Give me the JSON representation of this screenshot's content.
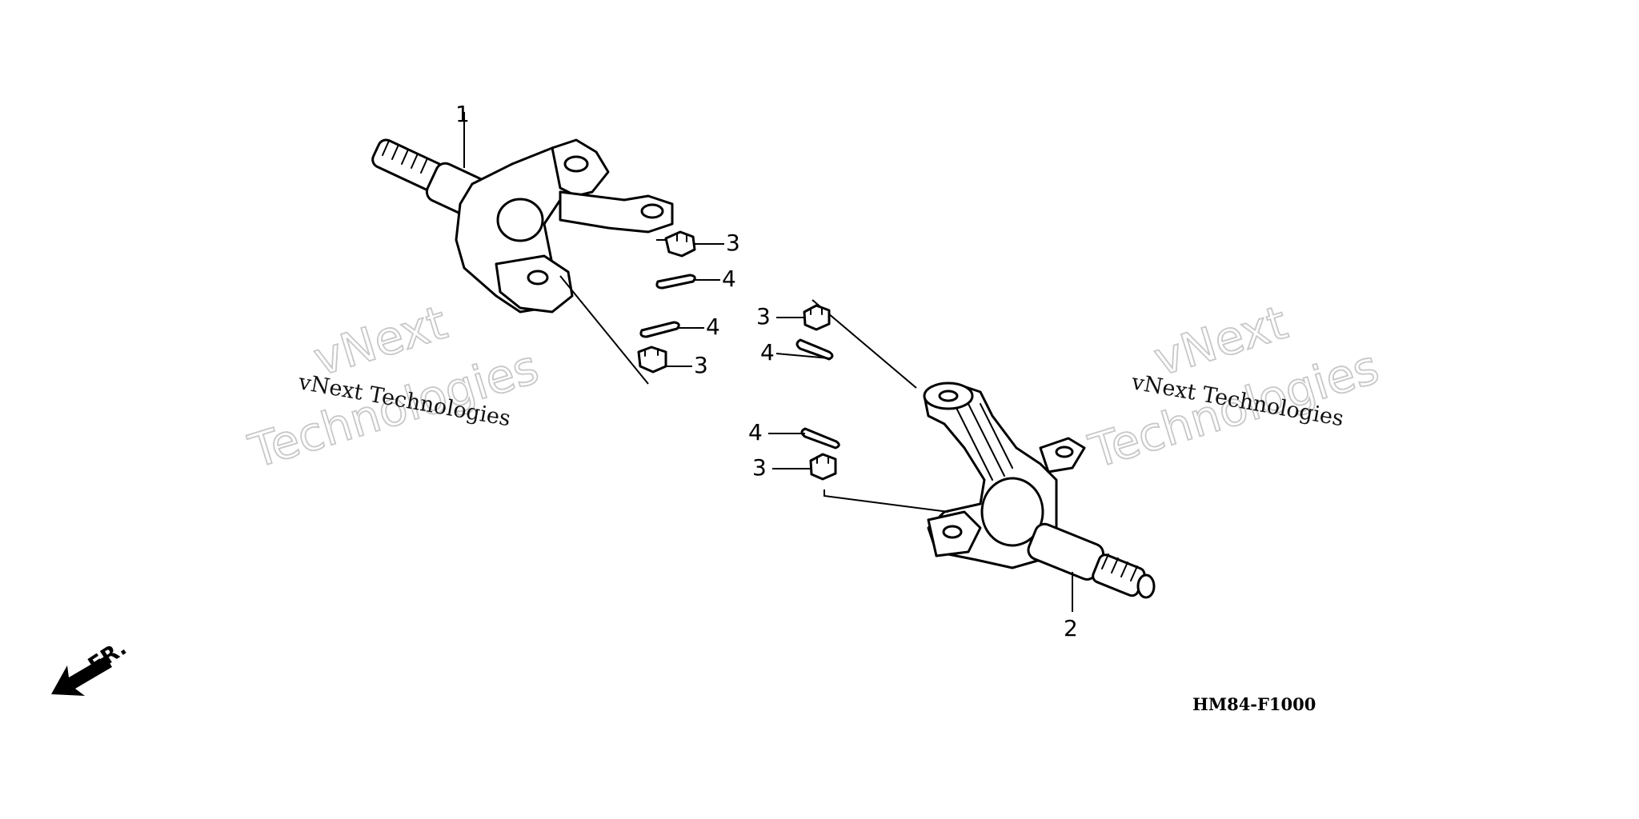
{
  "callouts": {
    "knuckle_left": "1",
    "knuckle_right": "2",
    "nut_a": "3",
    "pin_a": "4",
    "pin_b": "4",
    "nut_b": "3",
    "nut_c": "3",
    "pin_c": "4",
    "pin_d": "4",
    "nut_d": "3"
  },
  "watermarks": {
    "left_big_1": "vNext",
    "left_big_2": "Technologies",
    "left_small": "vNext Technologies",
    "right_big_1": "vNext",
    "right_big_2": "Technologies",
    "right_small": "vNext Technologies"
  },
  "front_indicator": "FR.",
  "diagram_code": "HM84-F1000"
}
